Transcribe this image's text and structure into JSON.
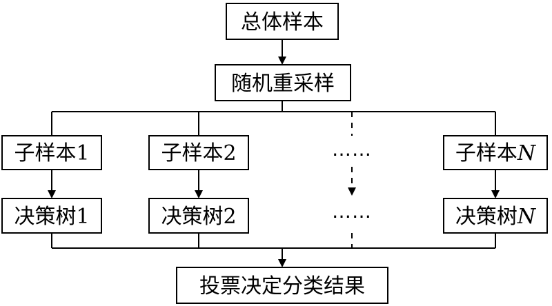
{
  "diagram": {
    "total_sample": "总体样本",
    "random_resampling": "随机重采样",
    "subsample_1": {
      "prefix": "子样本",
      "index": "1"
    },
    "subsample_2": {
      "prefix": "子样本",
      "index": "2"
    },
    "subsample_n": {
      "prefix": "子样本",
      "index": "N"
    },
    "tree_1": {
      "prefix": "决策树",
      "index": "1"
    },
    "tree_2": {
      "prefix": "决策树",
      "index": "2"
    },
    "tree_n": {
      "prefix": "决策树",
      "index": "N"
    },
    "ellipsis": "……",
    "vote_result": "投票决定分类结果"
  }
}
